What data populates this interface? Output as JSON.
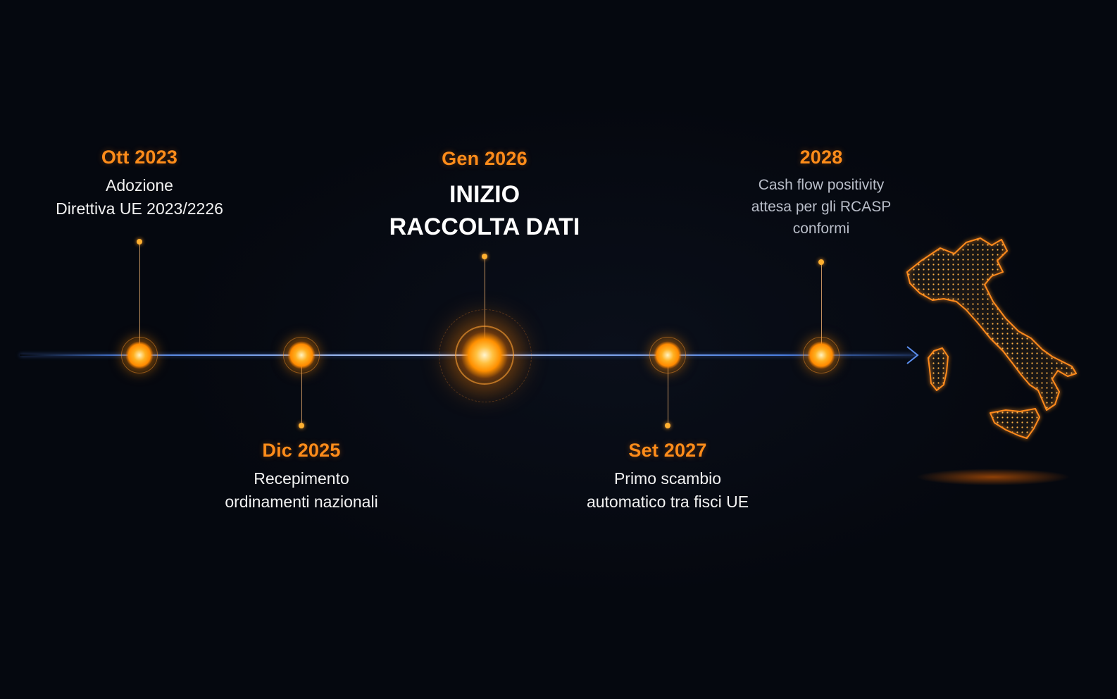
{
  "milestones": [
    {
      "date": "Ott 2023",
      "desc_lines": [
        "Adozione",
        "Direttiva UE 2023/2226"
      ]
    },
    {
      "date": "Dic 2025",
      "desc_lines": [
        "Recepimento",
        "ordinamenti nazionali"
      ]
    },
    {
      "date": "Gen 2026",
      "desc_lines": [
        "INIZIO",
        "RACCOLTA DATI"
      ]
    },
    {
      "date": "Set 2027",
      "desc_lines": [
        "Primo scambio",
        "automatico tra fisci UE"
      ]
    },
    {
      "date": "2028",
      "desc_lines": [
        "Cash flow positivity",
        "attesa per gli RCASP",
        "conformi"
      ]
    }
  ],
  "colors": {
    "accent": "#ff8c1a",
    "axis": "#4a7fe0",
    "background": "#05080f",
    "text": "#f2f2f2"
  },
  "icons": {
    "map": "italy-map-icon",
    "arrow": "arrow-right-icon"
  }
}
